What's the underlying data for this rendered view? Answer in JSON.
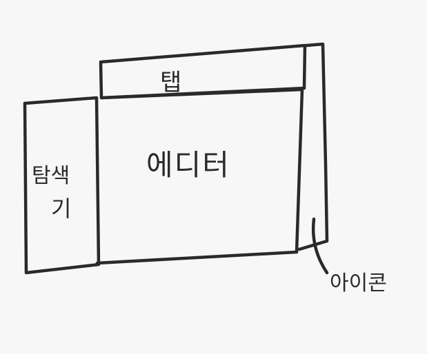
{
  "labels": {
    "tab": "탭",
    "editor": "에디터",
    "explorer_line1": "탐색",
    "explorer_line2": "기",
    "side": "아이콘"
  },
  "colors": {
    "background": "#f7f7f7",
    "ink": "#2a2a2a"
  }
}
